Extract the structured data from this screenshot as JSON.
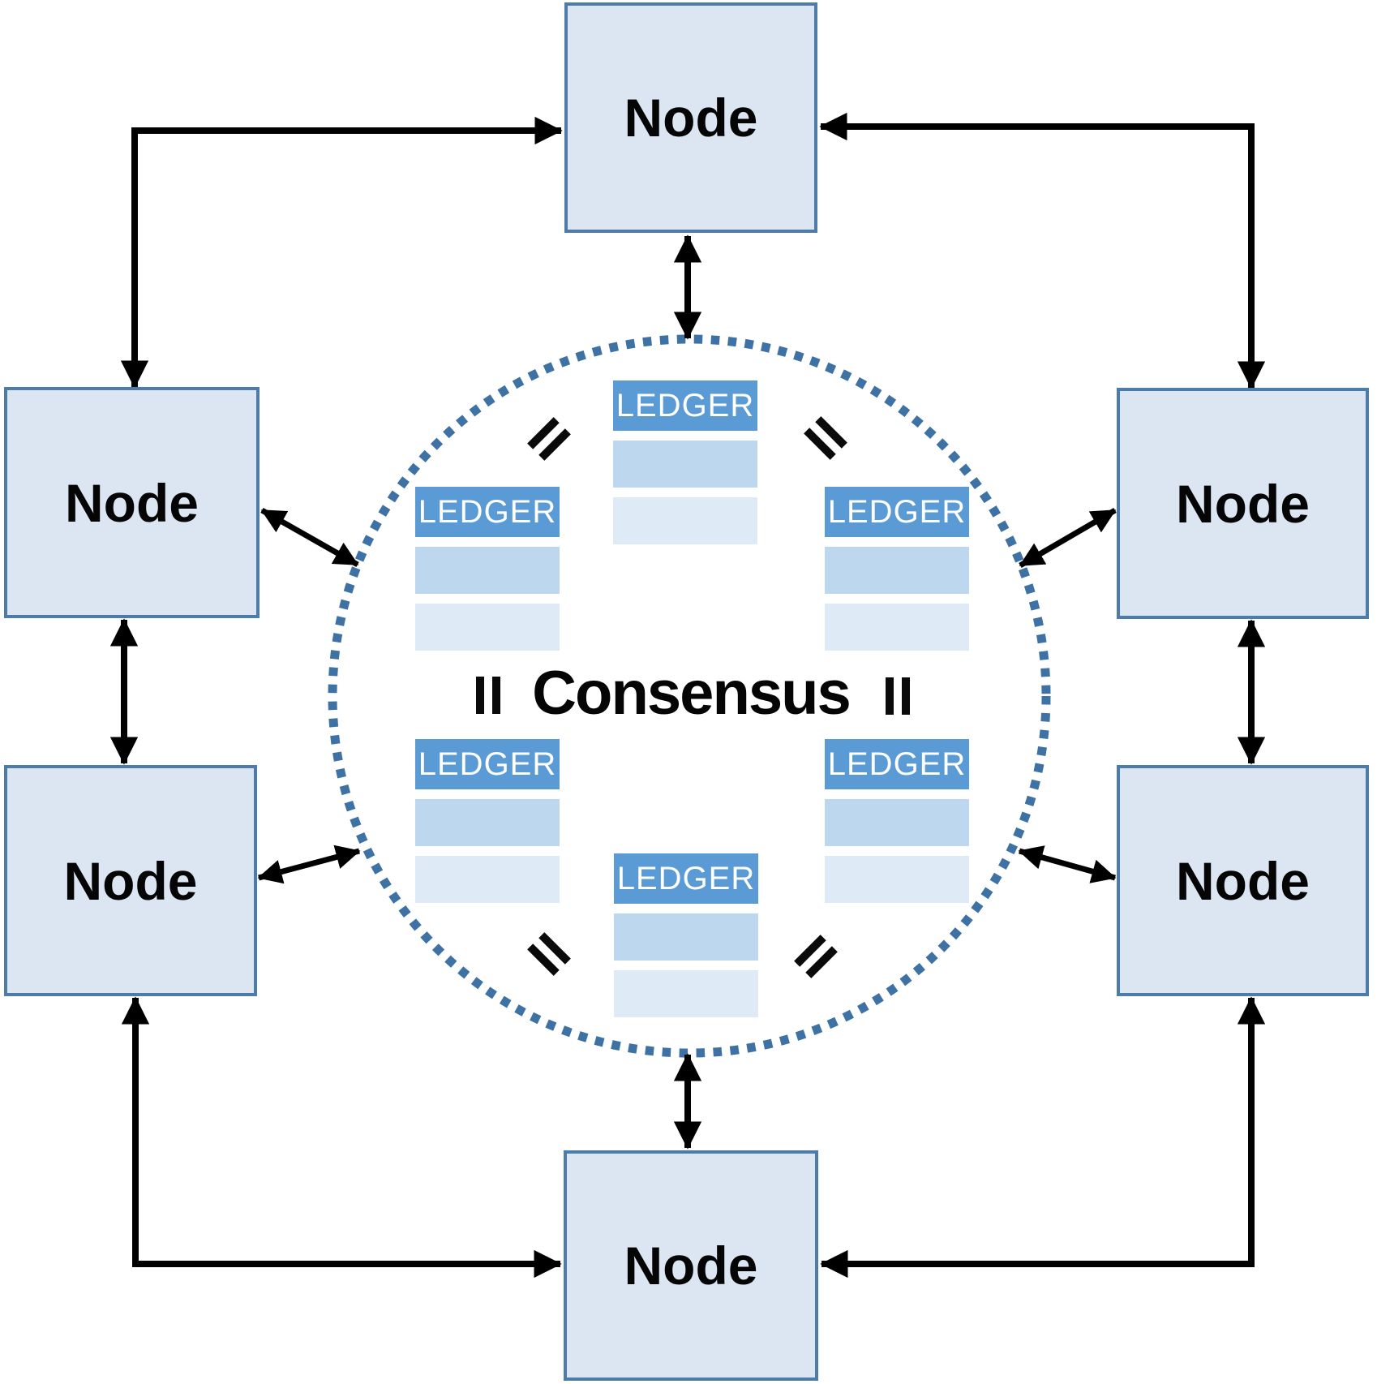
{
  "diagram": {
    "center_label": "Consensus",
    "nodes": [
      {
        "id": "top",
        "label": "Node"
      },
      {
        "id": "upper-left",
        "label": "Node"
      },
      {
        "id": "upper-right",
        "label": "Node"
      },
      {
        "id": "lower-left",
        "label": "Node"
      },
      {
        "id": "lower-right",
        "label": "Node"
      },
      {
        "id": "bottom",
        "label": "Node"
      }
    ],
    "ledgers": [
      {
        "id": "top-center",
        "label": "LEDGER"
      },
      {
        "id": "upper-left",
        "label": "LEDGER"
      },
      {
        "id": "upper-right",
        "label": "LEDGER"
      },
      {
        "id": "lower-left",
        "label": "LEDGER"
      },
      {
        "id": "lower-right",
        "label": "LEDGER"
      },
      {
        "id": "bottom-center",
        "label": "LEDGER"
      }
    ],
    "equals_signs": [
      {
        "symbol": "=",
        "position": "upper-left",
        "rotation_deg": -45
      },
      {
        "symbol": "=",
        "position": "upper-right",
        "rotation_deg": 45
      },
      {
        "symbol": "=",
        "position": "mid-left",
        "rotation_deg": 90
      },
      {
        "symbol": "=",
        "position": "mid-right",
        "rotation_deg": 90
      },
      {
        "symbol": "=",
        "position": "lower-left",
        "rotation_deg": 45
      },
      {
        "symbol": "=",
        "position": "lower-right",
        "rotation_deg": -45
      }
    ],
    "connections": {
      "outer_elbow_arrows": 4,
      "node_to_node_double_arrows": 2,
      "node_to_circle_double_arrows": 6,
      "all_double_headed": true
    },
    "colors": {
      "node_fill": "#dce6f2",
      "node_border": "#4d7cab",
      "ledger_header": "#5b9bd5",
      "ledger_row_medium": "#bdd7ee",
      "ledger_row_light": "#deeaf6",
      "dotted_circle": "#3f72a4",
      "arrow": "#000000",
      "background": "#ffffff"
    }
  }
}
